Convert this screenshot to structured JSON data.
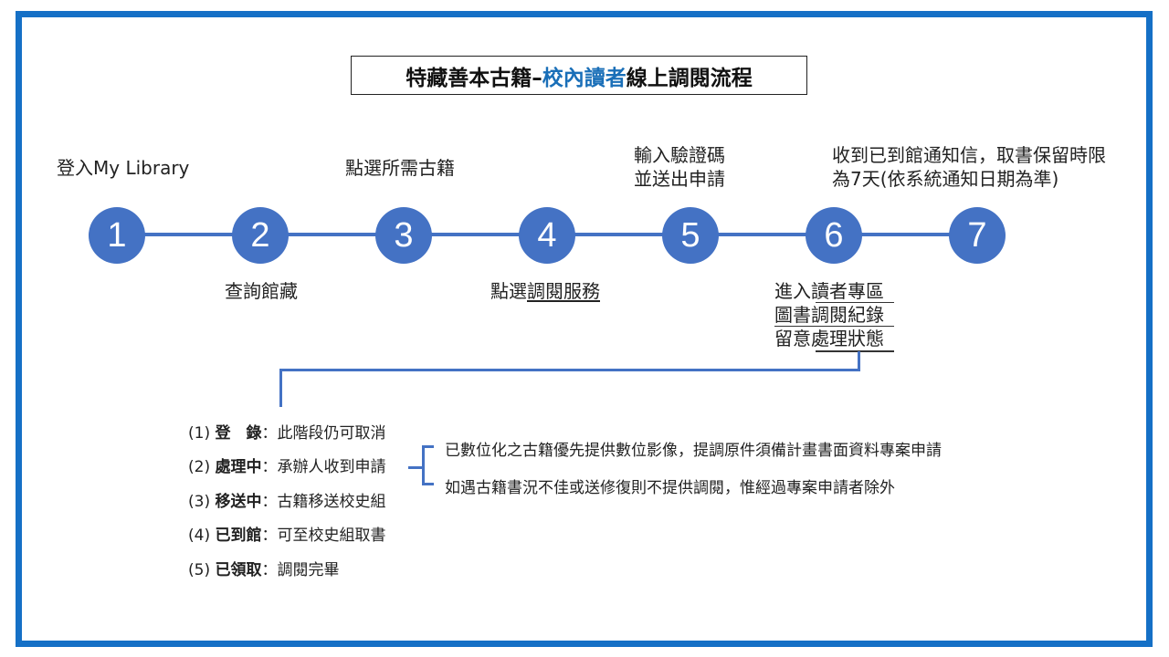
{
  "title": {
    "prefix": "特藏善本古籍–",
    "highlight": "校內讀者",
    "suffix": "線上調閱流程"
  },
  "steps": [
    {
      "number": "1",
      "label_lines": [
        "登入My Library"
      ]
    },
    {
      "number": "2",
      "label_lines": [
        "查詢館藏"
      ]
    },
    {
      "number": "3",
      "label_lines": [
        "點選所需古籍"
      ]
    },
    {
      "number": "4",
      "label_plain": "點選",
      "label_underlined": "調閱服務"
    },
    {
      "number": "5",
      "label_lines": [
        "輸入驗證碼",
        "並送出申請"
      ]
    },
    {
      "number": "6",
      "label_lines": [
        "進入讀者專區",
        "圖書調閱紀錄",
        "留意處理狀態"
      ]
    },
    {
      "number": "7",
      "label_lines": [
        "收到已到館通知信，取書保留時限",
        "為7天(依系統通知日期為準)"
      ]
    }
  ],
  "statuses": [
    {
      "num": "(1)",
      "name": "登　錄",
      "sep": "：",
      "desc": "此階段仍可取消"
    },
    {
      "num": "(2)",
      "name": "處理中",
      "sep": "：",
      "desc": "承辦人收到申請"
    },
    {
      "num": "(3)",
      "name": "移送中",
      "sep": "：",
      "desc": "古籍移送校史組"
    },
    {
      "num": "(4)",
      "name": "已到館",
      "sep": "：",
      "desc": "可至校史組取書"
    },
    {
      "num": "(5)",
      "name": "已領取",
      "sep": "：",
      "desc": "調閱完畢"
    }
  ],
  "notes": [
    "已數位化之古籍優先提供數位影像，提調原件須備計畫書面資料專案申請",
    "如遇古籍書況不佳或送修復則不提供調閱，惟經過專案申請者除外"
  ],
  "colors": {
    "frame": "#1570c6",
    "circle": "#4472c4",
    "title_highlight": "#1a6fb8"
  }
}
